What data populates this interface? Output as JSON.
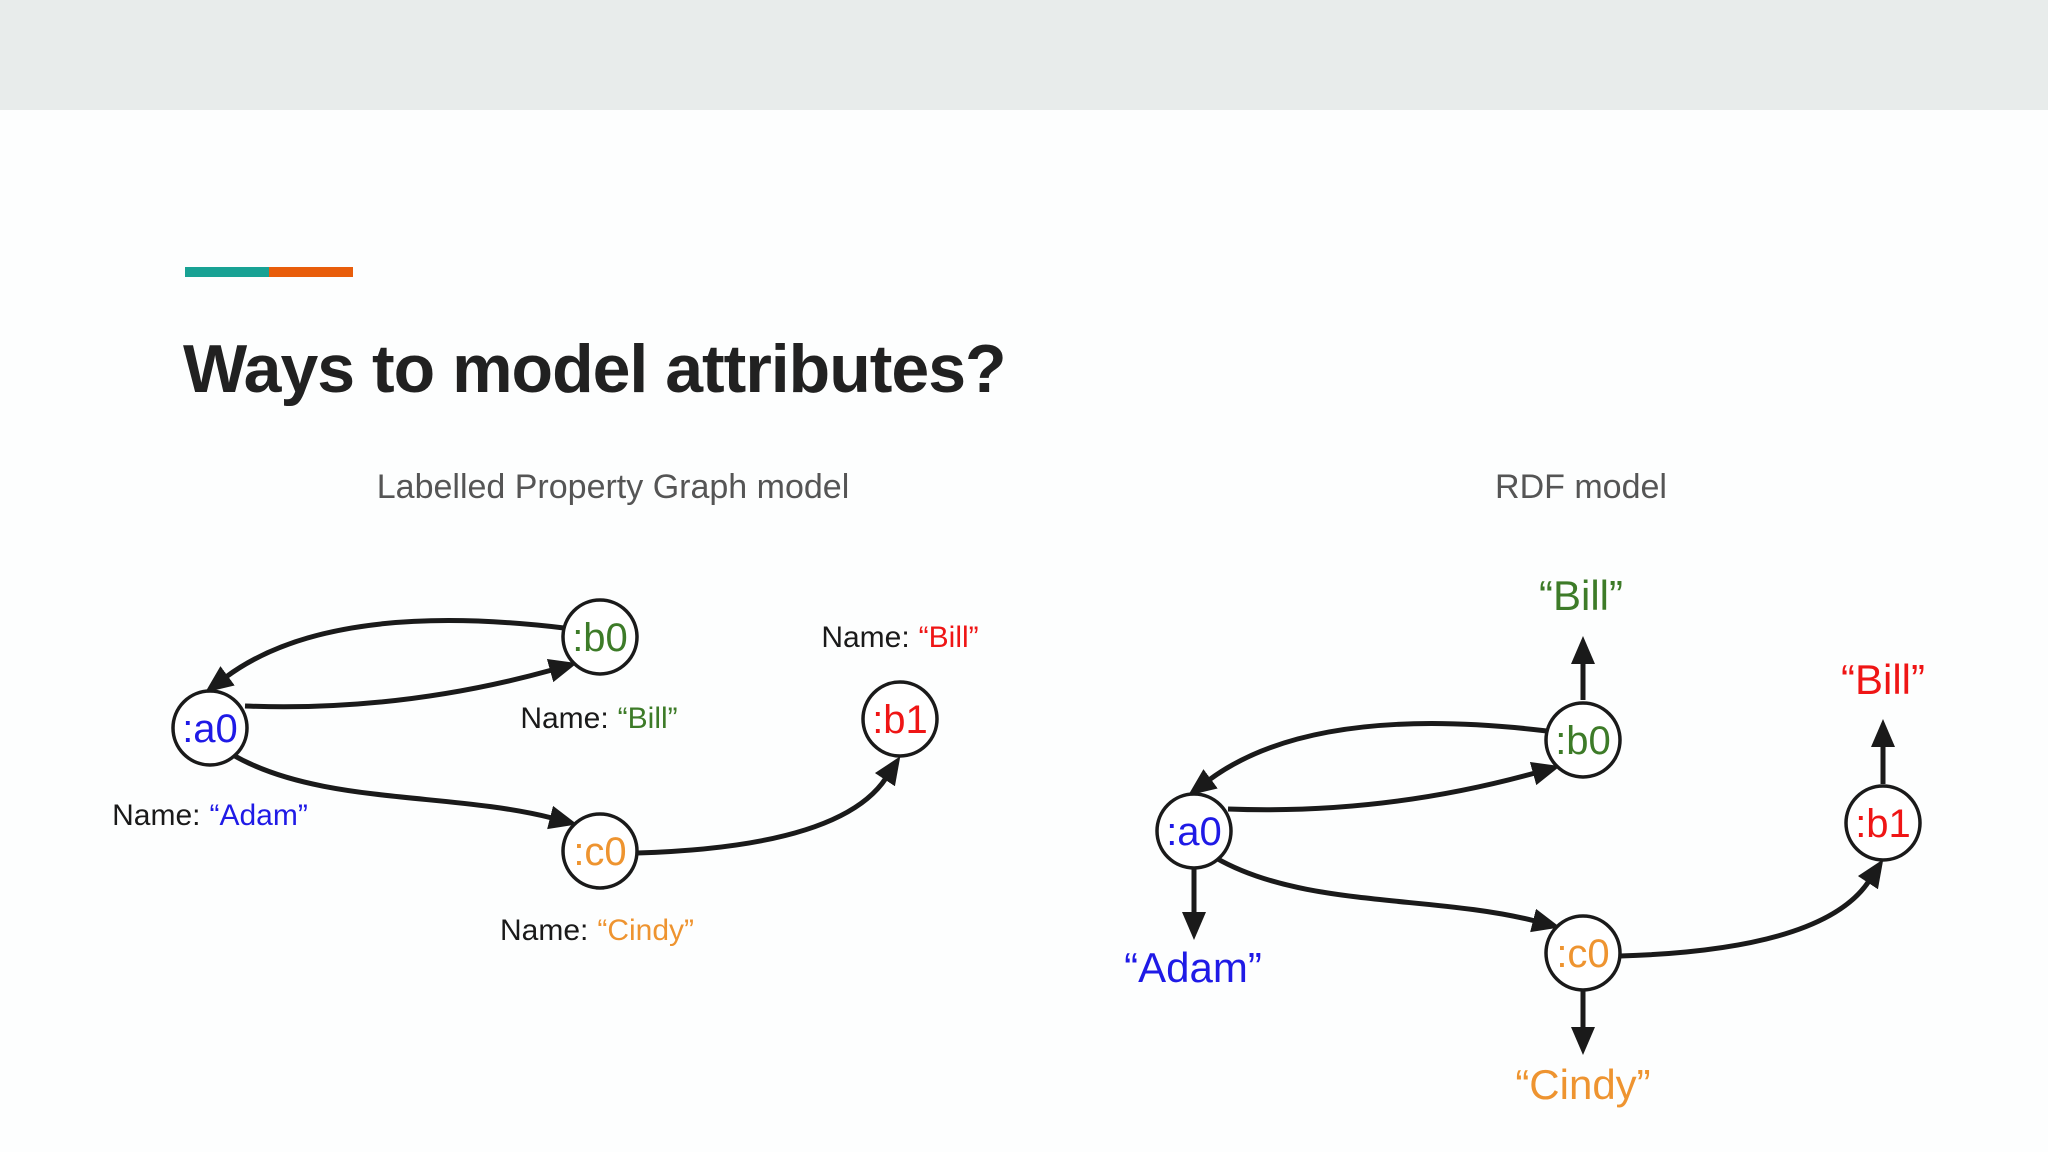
{
  "slide_title": "Ways to model attributes?",
  "accent_bar": {
    "teal": "#18A294",
    "orange": "#E85D0B"
  },
  "colors": {
    "blue": "#1F1AE6",
    "green": "#3D7B28",
    "orange": "#EE9430",
    "red": "#EF1515",
    "ink": "#1A1A1A",
    "subtitle_gray": "#555555",
    "header_band": "#E8ECEB"
  },
  "lpg_panel": {
    "subtitle": "Labelled Property Graph model",
    "nodes": {
      "a0": {
        "label": ":a0",
        "color": "#1F1AE6"
      },
      "b0": {
        "label": ":b0",
        "color": "#3D7B28"
      },
      "c0": {
        "label": ":c0",
        "color": "#EE9430"
      },
      "b1": {
        "label": ":b1",
        "color": "#EF1515"
      }
    },
    "edges": [
      {
        "from": ":b0",
        "to": ":a0"
      },
      {
        "from": ":a0",
        "to": ":b0"
      },
      {
        "from": ":a0",
        "to": ":c0"
      },
      {
        "from": ":c0",
        "to": ":b1"
      }
    ],
    "property_labels": {
      "a0": {
        "prefix": "Name:",
        "value": "“Adam”"
      },
      "b0": {
        "prefix": "Name:",
        "value": "“Bill”"
      },
      "c0": {
        "prefix": "Name:",
        "value": "“Cindy”"
      },
      "b1": {
        "prefix": "Name:",
        "value": "“Bill”"
      }
    }
  },
  "rdf_panel": {
    "subtitle": "RDF model",
    "nodes": {
      "a0": {
        "label": ":a0",
        "color": "#1F1AE6"
      },
      "b0": {
        "label": ":b0",
        "color": "#3D7B28"
      },
      "c0": {
        "label": ":c0",
        "color": "#EE9430"
      },
      "b1": {
        "label": ":b1",
        "color": "#EF1515"
      }
    },
    "edges": [
      {
        "from": ":b0",
        "to": ":a0"
      },
      {
        "from": ":a0",
        "to": ":b0"
      },
      {
        "from": ":a0",
        "to": ":c0"
      },
      {
        "from": ":c0",
        "to": ":b1"
      },
      {
        "from": ":b0",
        "to": "\"Bill\""
      },
      {
        "from": ":a0",
        "to": "\"Adam\""
      },
      {
        "from": ":c0",
        "to": "\"Cindy\""
      },
      {
        "from": ":b1",
        "to": "\"Bill\""
      }
    ],
    "literals": {
      "b0": "“Bill”",
      "a0": "“Adam”",
      "c0": "“Cindy”",
      "b1": "“Bill”"
    }
  }
}
